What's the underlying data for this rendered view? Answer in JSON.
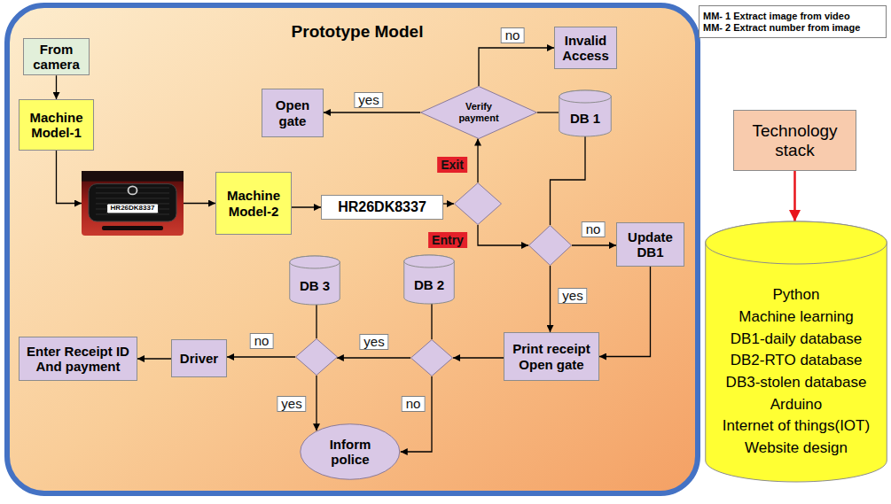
{
  "diagram": {
    "nodes": [
      {
        "text": [
          "Prototype Model"
        ]
      },
      {
        "text": [
          "From camera"
        ],
        "in": 0
      },
      {
        "text": [
          "Machine Model-1"
        ],
        "in": 0
      },
      {
        "text": [
          "HR26DK8337"
        ],
        "in": 0
      },
      {
        "text": [
          "Machine Model-2"
        ],
        "in": 0
      },
      {
        "text": [
          "HR26DK8337"
        ],
        "in": 0
      },
      {
        "text": [],
        "in": 0
      },
      {
        "text": [
          "Verify payment"
        ],
        "in": 0
      },
      {
        "text": [
          "Open gate"
        ],
        "in": 0
      },
      {
        "text": [
          "Invalid Access"
        ],
        "in": 0
      },
      {
        "text": [
          "DB 1"
        ],
        "in": 0
      },
      {
        "text": [],
        "in": 0
      },
      {
        "text": [
          "Update DB1"
        ],
        "in": 0
      },
      {
        "text": [
          "Print receipt Open gate"
        ],
        "in": 0
      },
      {
        "text": [
          "DB 2"
        ],
        "in": 0
      },
      {
        "text": [
          "DB 3"
        ],
        "in": 0
      },
      {
        "text": [],
        "in": 0
      },
      {
        "text": [],
        "in": 0
      },
      {
        "text": [
          "Driver"
        ],
        "in": 0
      },
      {
        "text": [
          "Enter Receipt ID And payment"
        ],
        "in": 0
      },
      {
        "text": [
          "Inform police"
        ],
        "in": 0
      },
      {
        "text": [
          "MM- 1 Extract image from video",
          "MM- 2 Extract number from image"
        ]
      },
      {
        "text": [
          "Technology stack"
        ]
      },
      {
        "text": [
          "Python",
          "Machine learning",
          "DB1-daily database",
          "DB2-RTO database",
          "DB3-stolen database",
          "Arduino",
          "Internet of things(IOT)",
          "Website design"
        ]
      }
    ],
    "edges": [
      {
        "from": 1,
        "to": 2,
        "arrow": "to"
      },
      {
        "from": 2,
        "to": 3,
        "arrow": "to"
      },
      {
        "from": 3,
        "to": 4,
        "arrow": "to"
      },
      {
        "from": 4,
        "to": 5,
        "arrow": "to"
      },
      {
        "from": 5,
        "to": 6,
        "arrow": "to"
      },
      {
        "from": 6,
        "to": 7,
        "label": "Exit",
        "arrow": "to"
      },
      {
        "from": 6,
        "to": 11,
        "label": "Entry",
        "arrow": "to"
      },
      {
        "from": 7,
        "to": 8,
        "label": "yes",
        "arrow": "to"
      },
      {
        "from": 7,
        "to": 9,
        "label": "no",
        "arrow": "to"
      },
      {
        "from": 10,
        "to": 7,
        "arrow": "none"
      },
      {
        "from": 10,
        "to": 11,
        "arrow": "none"
      },
      {
        "from": 11,
        "to": 12,
        "label": "no",
        "arrow": "to"
      },
      {
        "from": 11,
        "to": 13,
        "label": "yes",
        "arrow": "to"
      },
      {
        "from": 12,
        "to": 13,
        "arrow": "to"
      },
      {
        "from": 13,
        "to": 16,
        "arrow": "to"
      },
      {
        "from": 14,
        "to": 16,
        "arrow": "none"
      },
      {
        "from": 16,
        "to": 17,
        "label": "yes",
        "arrow": "to"
      },
      {
        "from": 16,
        "to": 20,
        "label": "no",
        "arrow": "to"
      },
      {
        "from": 15,
        "to": 17,
        "arrow": "none"
      },
      {
        "from": 17,
        "to": 18,
        "label": "no",
        "arrow": "to"
      },
      {
        "from": 17,
        "to": 20,
        "label": "yes",
        "arrow": "to"
      },
      {
        "from": 18,
        "to": 19,
        "arrow": "to"
      },
      {
        "from": 22,
        "to": 23,
        "arrow": "to"
      }
    ]
  }
}
